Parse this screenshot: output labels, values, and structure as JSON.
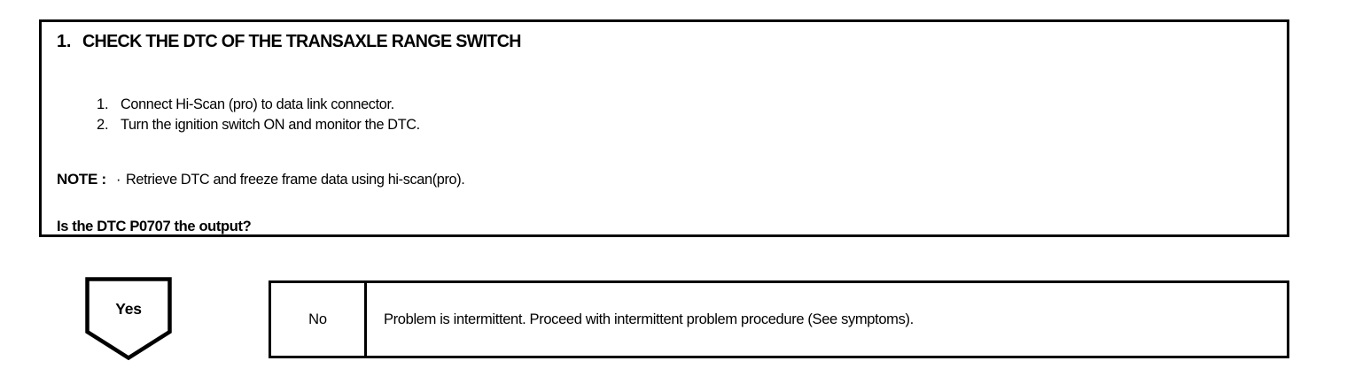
{
  "step": {
    "number": "1.",
    "title": "CHECK THE DTC OF THE TRANSAXLE RANGE SWITCH",
    "substeps": [
      {
        "number": "1.",
        "text": "Connect Hi-Scan (pro) to data link connector."
      },
      {
        "number": "2.",
        "text": "Turn the ignition switch ON and monitor the DTC."
      }
    ],
    "note": {
      "label": "NOTE :",
      "bullet": "·",
      "text": "Retrieve DTC and freeze frame data using hi-scan(pro)."
    },
    "question": "Is the DTC P0707 the output?"
  },
  "branches": {
    "yes": {
      "label": "Yes"
    },
    "no": {
      "label": "No",
      "action": "Problem is intermittent. Proceed with intermittent problem procedure (See symptoms)."
    }
  },
  "colors": {
    "ink": "#000000",
    "paper": "#ffffff"
  }
}
